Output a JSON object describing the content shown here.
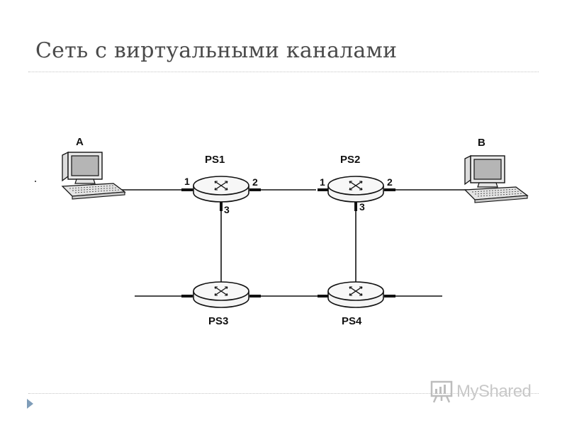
{
  "slide": {
    "title": "Сеть с виртуальными каналами"
  },
  "diagram": {
    "hosts": [
      {
        "id": "A",
        "label": "A"
      },
      {
        "id": "B",
        "label": "B"
      }
    ],
    "switches": [
      {
        "id": "PS1",
        "label": "PS1",
        "ports": [
          "1",
          "2",
          "3"
        ]
      },
      {
        "id": "PS2",
        "label": "PS2",
        "ports": [
          "1",
          "2",
          "3"
        ]
      },
      {
        "id": "PS3",
        "label": "PS3"
      },
      {
        "id": "PS4",
        "label": "PS4"
      }
    ]
  },
  "watermark": {
    "text": "MyShared",
    "icon": "presentation-board-icon"
  }
}
